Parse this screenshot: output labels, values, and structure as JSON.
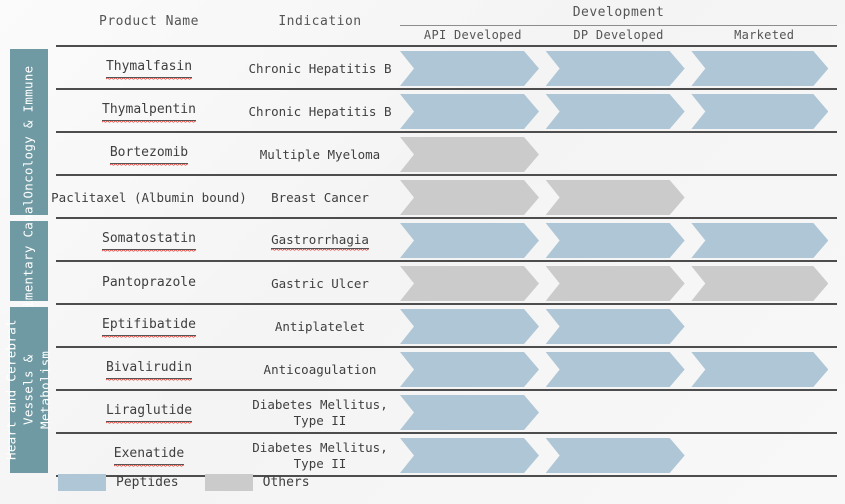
{
  "header": {
    "product_name": "Product Name",
    "indication": "Indication",
    "development": "Development",
    "stages": [
      "API Developed",
      "DP Developed",
      "Marketed"
    ]
  },
  "legend": [
    {
      "label": "Peptides",
      "color": "#aec6d6",
      "key": "peptide"
    },
    {
      "label": "Others",
      "color": "#cbcbcb",
      "key": "other"
    }
  ],
  "colors": {
    "peptide": "#aec6d6",
    "other": "#cbcbcb",
    "category_block": "#6f9aa3",
    "rule": "#4d4d4d",
    "background": "#f7f7f7"
  },
  "categories": [
    {
      "label": "Oncology & Immune",
      "rows": 4
    },
    {
      "label": "Alimentary Canal",
      "rows": 2
    },
    {
      "label": "Heart and Cerebral Vessels & Metabolism",
      "rows": 4
    }
  ],
  "rows": [
    {
      "name": "Thymalfasin",
      "indication": "Chronic Hepatitis B",
      "type": "peptide",
      "stages": [
        true,
        true,
        true
      ],
      "name_underline": true,
      "name_spellcheck": true,
      "indication_underline": false,
      "name_wide": false
    },
    {
      "name": "Thymalpentin",
      "indication": "Chronic Hepatitis B",
      "type": "peptide",
      "stages": [
        true,
        true,
        true
      ],
      "name_underline": true,
      "name_spellcheck": true,
      "indication_underline": false,
      "name_wide": false
    },
    {
      "name": "Bortezomib",
      "indication": "Multiple Myeloma",
      "type": "other",
      "stages": [
        true,
        false,
        false
      ],
      "name_underline": true,
      "name_spellcheck": true,
      "indication_underline": false,
      "name_wide": false
    },
    {
      "name": "Paclitaxel (Albumin bound)",
      "indication": "Breast Cancer",
      "type": "other",
      "stages": [
        true,
        true,
        false
      ],
      "name_underline": false,
      "name_spellcheck": false,
      "indication_underline": false,
      "name_wide": true
    },
    {
      "name": "Somatostatin",
      "indication": "Gastrorrhagia",
      "type": "peptide",
      "stages": [
        true,
        true,
        true
      ],
      "name_underline": true,
      "name_spellcheck": true,
      "indication_underline": true,
      "name_wide": false
    },
    {
      "name": "Pantoprazole",
      "indication": "Gastric Ulcer",
      "type": "other",
      "stages": [
        true,
        true,
        true
      ],
      "name_underline": false,
      "name_spellcheck": false,
      "indication_underline": false,
      "name_wide": false
    },
    {
      "name": "Eptifibatide",
      "indication": "Antiplatelet",
      "type": "peptide",
      "stages": [
        true,
        true,
        false
      ],
      "name_underline": true,
      "name_spellcheck": true,
      "indication_underline": false,
      "name_wide": false
    },
    {
      "name": "Bivalirudin",
      "indication": "Anticoagulation",
      "type": "peptide",
      "stages": [
        true,
        true,
        true
      ],
      "name_underline": true,
      "name_spellcheck": true,
      "indication_underline": false,
      "name_wide": false
    },
    {
      "name": "Liraglutide",
      "indication": "Diabetes Mellitus, Type II",
      "type": "peptide",
      "stages": [
        true,
        false,
        false
      ],
      "name_underline": true,
      "name_spellcheck": true,
      "indication_underline": false,
      "name_wide": false
    },
    {
      "name": "Exenatide",
      "indication": "Diabetes Mellitus, Type II",
      "type": "peptide",
      "stages": [
        true,
        true,
        false
      ],
      "name_underline": true,
      "name_spellcheck": true,
      "indication_underline": false,
      "name_wide": false
    }
  ]
}
